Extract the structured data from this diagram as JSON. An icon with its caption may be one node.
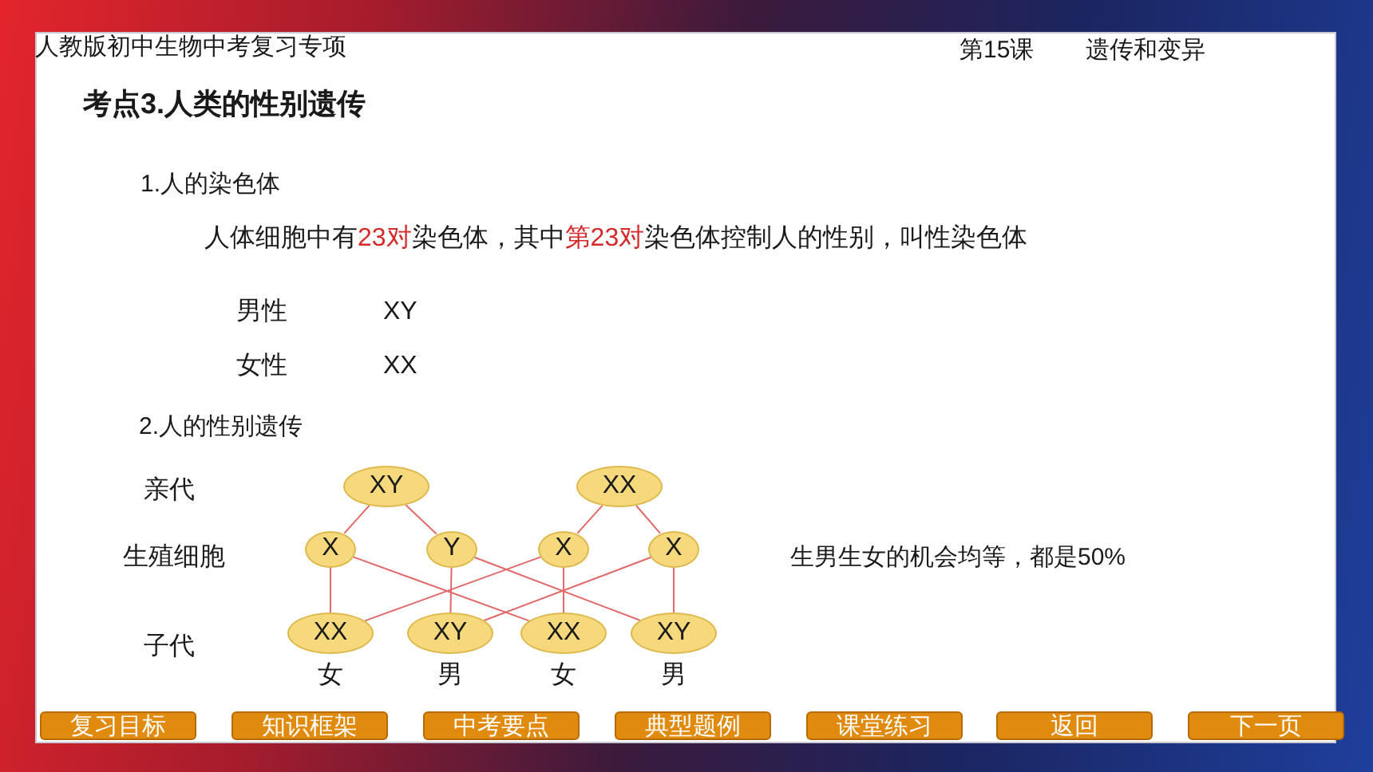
{
  "diagram": {
    "title": "考点3.人类的性别遗传",
    "nodes": [
      {
        "text": [
          "XY"
        ]
      },
      {
        "text": [
          "XX"
        ]
      },
      {
        "text": [
          "X"
        ]
      },
      {
        "text": [
          "Y"
        ]
      },
      {
        "text": [
          "X"
        ]
      },
      {
        "text": [
          "X"
        ]
      },
      {
        "text": [
          "XX"
        ],
        "beside": [
          "女"
        ]
      },
      {
        "text": [
          "XY"
        ],
        "beside": [
          "男"
        ]
      },
      {
        "text": [
          "XX"
        ],
        "beside": [
          "女"
        ]
      },
      {
        "text": [
          "XY"
        ],
        "beside": [
          "男"
        ]
      },
      {
        "text": [
          "复习目标"
        ]
      },
      {
        "text": [
          "知识框架"
        ]
      },
      {
        "text": [
          "中考要点"
        ]
      },
      {
        "text": [
          "典型题例"
        ]
      },
      {
        "text": [
          "课堂练习"
        ]
      },
      {
        "text": [
          "返回"
        ]
      },
      {
        "text": [
          "下一页"
        ]
      }
    ],
    "edges": [
      {
        "from": 0,
        "to": 2,
        "arrow": "none"
      },
      {
        "from": 0,
        "to": 3,
        "arrow": "none"
      },
      {
        "from": 1,
        "to": 4,
        "arrow": "none"
      },
      {
        "from": 1,
        "to": 5,
        "arrow": "none"
      },
      {
        "from": 2,
        "to": 6,
        "arrow": "none"
      },
      {
        "from": 2,
        "to": 8,
        "arrow": "none"
      },
      {
        "from": 3,
        "to": 7,
        "arrow": "none"
      },
      {
        "from": 3,
        "to": 9,
        "arrow": "none"
      },
      {
        "from": 4,
        "to": 6,
        "arrow": "none"
      },
      {
        "from": 4,
        "to": 8,
        "arrow": "none"
      },
      {
        "from": 5,
        "to": 7,
        "arrow": "none"
      },
      {
        "from": 5,
        "to": 9,
        "arrow": "none"
      }
    ],
    "labels": [
      "人教版初中生物中考复习专项",
      "第15课",
      "遗传和变异",
      "1.人的染色体",
      "人体细胞中有**23对**染色体，其中**第23对**染色体控制人的性别，叫性染色体",
      "男性",
      "XY",
      "女性",
      "XX",
      "2.人的性别遗传",
      "亲代",
      "生殖细胞",
      "子代",
      "生男生女的机会均等，都是50%"
    ]
  }
}
